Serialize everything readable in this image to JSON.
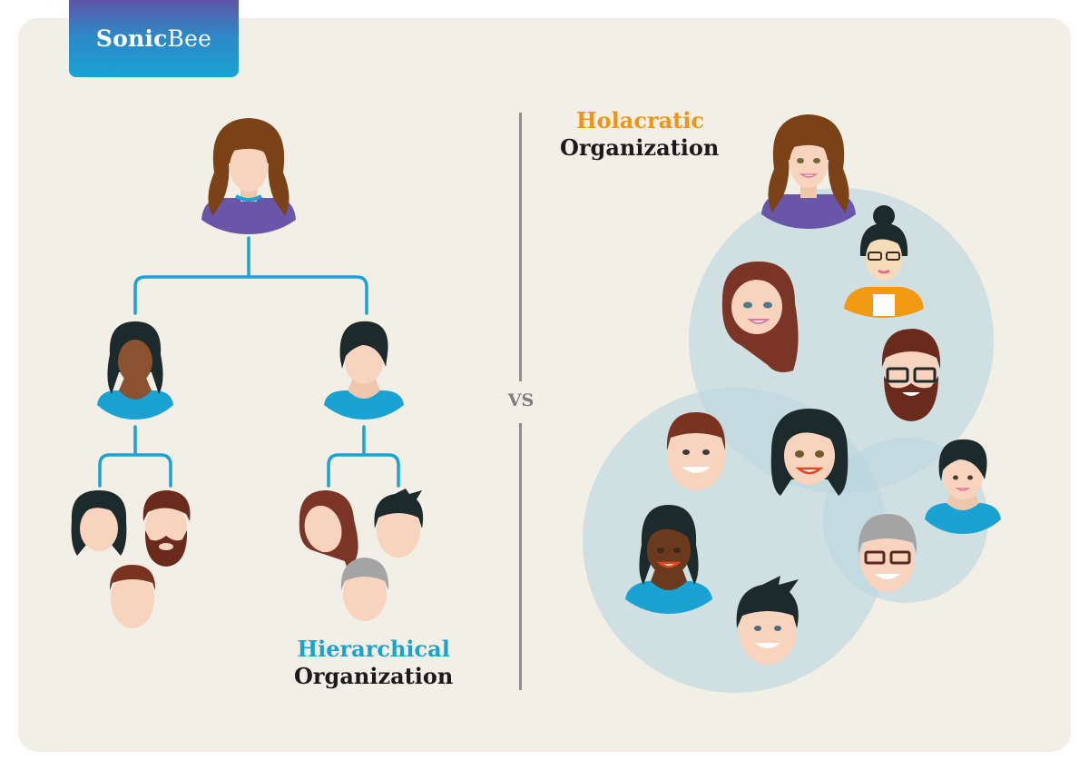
{
  "brand": {
    "name_bold": "Sonic",
    "name_regular": "Bee",
    "gradient": [
      "#5e56a6",
      "#19a3d4"
    ]
  },
  "separator": {
    "label": "VS"
  },
  "left_panel": {
    "title_line1": "Hierarchical",
    "title_line2": "Organization",
    "accent_color": "#1aa3d2",
    "tree": {
      "root": {
        "name": "leader-woman-brown-hair",
        "shirt": "#6a56a8"
      },
      "level2": [
        {
          "name": "manager-woman-curly-hair",
          "shirt": "#1aa3d2",
          "children": [
            "woman-bob-hair",
            "man-beard",
            "man-short-hair"
          ]
        },
        {
          "name": "manager-short-hair",
          "shirt": "#1aa3d2",
          "children": [
            "woman-red-wavy-hair",
            "man-black-spiky-hair",
            "man-gray-hair"
          ]
        }
      ],
      "connector_color": "#1aa3d2"
    }
  },
  "right_panel": {
    "title_line1": "Holacratic",
    "title_line2": "Organization",
    "accent_color": "#ee9418",
    "circle_color": "#c9e0e6",
    "members": [
      "leader-woman-brown-hair",
      "woman-bun-glasses-orange-jacket",
      "woman-red-wavy-hair",
      "man-beard-glasses",
      "man-short-brown-hair",
      "woman-black-bob-hair",
      "woman-short-black-hair",
      "woman-curly-hair",
      "man-gray-hair-glasses",
      "man-black-spiky-hair"
    ]
  }
}
